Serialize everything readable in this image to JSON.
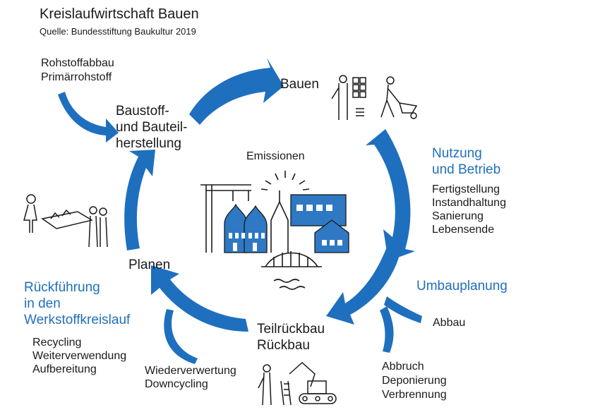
{
  "header": {
    "title": "Kreislaufwirtschaft Bauen",
    "source": "Quelle: Bundesstiftung Baukultur 2019"
  },
  "colors": {
    "arrow": "#1f6fbf",
    "building": "#2e78c4",
    "text_blue": "#1f6fbf"
  },
  "stages": {
    "raw_materials": [
      "Rohstoffabbau",
      "Primärrohstoff"
    ],
    "production": [
      "Baustoff-",
      "und Bauteil-",
      "herstellung"
    ],
    "build": "Bauen",
    "use": [
      "Nutzung",
      "und Betrieb"
    ],
    "use_details": [
      "Fertigstellung",
      "Instandhaltung",
      "Sanierung",
      "Lebensende"
    ],
    "center": "Emissionen",
    "plan": "Planen",
    "conversion": "Umbauplanung",
    "dismantle_detail": "Abbau",
    "demolition": [
      "Teilrückbau",
      "Rückbau"
    ],
    "disposal": [
      "Abbruch",
      "Deponierung",
      "Verbrennung"
    ],
    "return": [
      "Rückführung",
      "in den",
      "Werkstoffkreislauf"
    ],
    "return_details": [
      "Recycling",
      "Weiterverwendung",
      "Aufbereitung"
    ],
    "reuse": [
      "Wiederverwertung",
      "Downcycling"
    ]
  },
  "icons": [
    "workers-stacking-bricks-icon",
    "worker-with-wheelbarrow-icon",
    "planners-with-model-icon",
    "worker-with-excavator-icon",
    "city-skyline-icon",
    "emission-rays-icon"
  ]
}
